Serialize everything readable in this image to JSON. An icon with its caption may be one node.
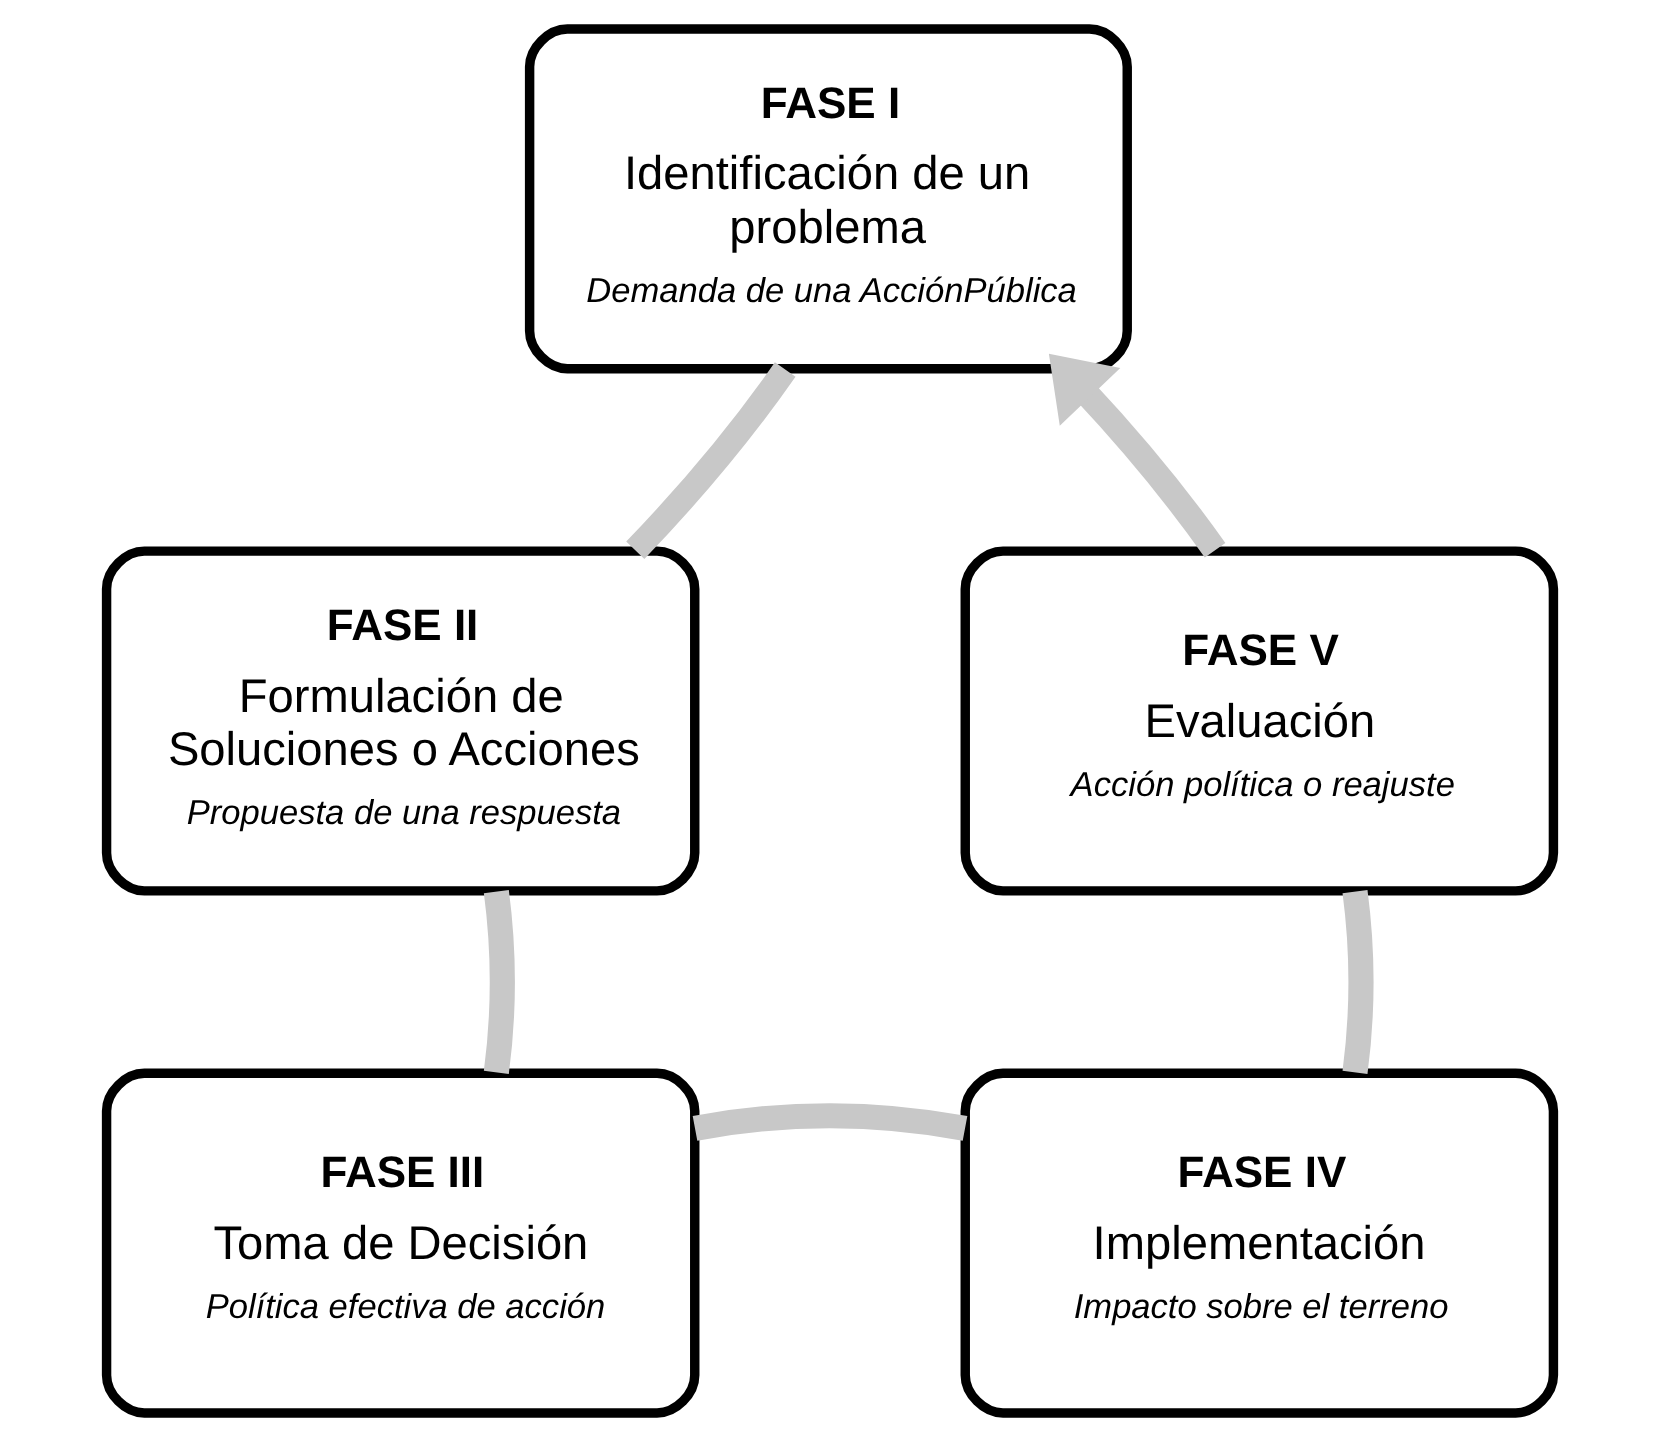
{
  "diagram": {
    "nodes": [
      {
        "text": [
          "FASE I",
          "Identificación de un problema",
          "Demanda de una AcciónPública"
        ]
      },
      {
        "text": [
          "FASE II",
          "Formulación de Soluciones o Acciones",
          "Propuesta de una respuesta"
        ]
      },
      {
        "text": [
          "FASE III",
          "Toma de Decisión",
          "Política efectiva de acción"
        ]
      },
      {
        "text": [
          "FASE IV",
          "Implementación",
          "Impacto sobre el terreno"
        ]
      },
      {
        "text": [
          "FASE V",
          "Evaluación",
          "Acción política o reajuste"
        ]
      }
    ],
    "edges": [
      {
        "from": 0,
        "to": 1,
        "arrow": "none"
      },
      {
        "from": 1,
        "to": 2,
        "arrow": "none"
      },
      {
        "from": 2,
        "to": 3,
        "arrow": "none"
      },
      {
        "from": 3,
        "to": 4,
        "arrow": "none"
      },
      {
        "from": 4,
        "to": 0,
        "arrow": "to"
      }
    ]
  }
}
